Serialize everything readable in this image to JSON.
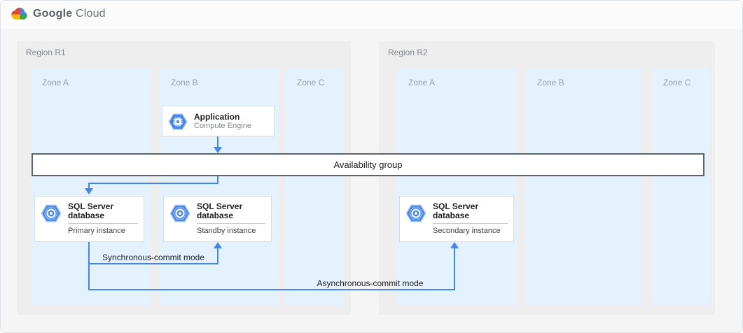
{
  "header": {
    "brand_google": "Google",
    "brand_cloud": "Cloud",
    "logo_icon": "google-cloud-logo"
  },
  "regions": [
    {
      "label": "Region R1",
      "zones": [
        {
          "label": "Zone A"
        },
        {
          "label": "Zone B"
        },
        {
          "label": "Zone C"
        }
      ]
    },
    {
      "label": "Region R2",
      "zones": [
        {
          "label": "Zone A"
        },
        {
          "label": "Zone B"
        },
        {
          "label": "Zone C"
        }
      ]
    }
  ],
  "nodes": {
    "application": {
      "title": "Application",
      "subtitle": "Compute Engine",
      "icon": "compute-engine-icon"
    },
    "availability_group": {
      "label": "Availability group"
    },
    "sql_primary": {
      "title": "SQL Server database",
      "subtitle": "Primary instance",
      "icon": "sql-database-icon"
    },
    "sql_standby": {
      "title": "SQL Server database",
      "subtitle": "Standby instance",
      "icon": "sql-database-icon"
    },
    "sql_secondary": {
      "title": "SQL Server database",
      "subtitle": "Secondary instance",
      "icon": "sql-database-icon"
    }
  },
  "connections": {
    "sync_label": "Synchronous-commit mode",
    "async_label": "Asynchronous-commit mode"
  },
  "colors": {
    "arrow_blue": "#4285f4",
    "icon_blue": "#4285f4",
    "icon_blue_light": "#9fc0f9",
    "zone_bg": "#e3f2fd",
    "region_bg": "#eeeeee",
    "canvas_bg": "#f5f5f6",
    "availability_border": "#5f6368",
    "google_red": "#ea4335",
    "google_yellow": "#fbbc05",
    "google_green": "#34a853",
    "google_blue": "#4285f4"
  }
}
